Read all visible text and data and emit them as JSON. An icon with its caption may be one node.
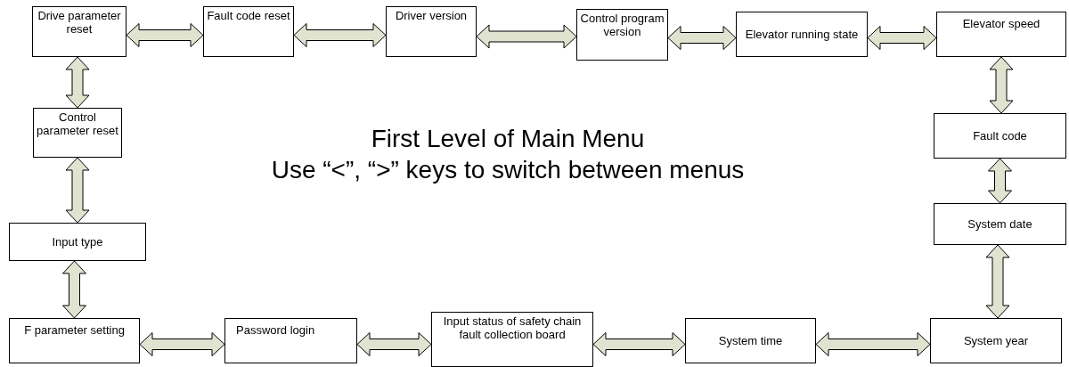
{
  "diagram": {
    "nodes": [
      {
        "text": [
          "Drive parameter reset"
        ]
      },
      {
        "text": [
          "Fault code reset"
        ]
      },
      {
        "text": [
          "Driver version"
        ]
      },
      {
        "text": [
          "Control program version"
        ]
      },
      {
        "text": [
          "Elevator running state"
        ]
      },
      {
        "text": [
          "Elevator speed"
        ]
      },
      {
        "text": [
          "Fault code"
        ]
      },
      {
        "text": [
          "System date"
        ]
      },
      {
        "text": [
          "System year"
        ]
      },
      {
        "text": [
          "System time"
        ]
      },
      {
        "text": [
          "Input status of safety chain fault collection board"
        ]
      },
      {
        "text": [
          "Password login"
        ]
      },
      {
        "text": [
          "F parameter setting"
        ]
      },
      {
        "text": [
          "Input type"
        ]
      },
      {
        "text": [
          "Control parameter reset"
        ]
      }
    ],
    "edges": [
      {
        "from": 0,
        "to": 1,
        "arrow": "both"
      },
      {
        "from": 1,
        "to": 2,
        "arrow": "both"
      },
      {
        "from": 2,
        "to": 3,
        "arrow": "both"
      },
      {
        "from": 3,
        "to": 4,
        "arrow": "both"
      },
      {
        "from": 4,
        "to": 5,
        "arrow": "both"
      },
      {
        "from": 5,
        "to": 6,
        "arrow": "both"
      },
      {
        "from": 6,
        "to": 7,
        "arrow": "both"
      },
      {
        "from": 7,
        "to": 8,
        "arrow": "both"
      },
      {
        "from": 8,
        "to": 9,
        "arrow": "both"
      },
      {
        "from": 9,
        "to": 10,
        "arrow": "both"
      },
      {
        "from": 10,
        "to": 11,
        "arrow": "both"
      },
      {
        "from": 11,
        "to": 12,
        "arrow": "both"
      },
      {
        "from": 12,
        "to": 13,
        "arrow": "both"
      },
      {
        "from": 13,
        "to": 14,
        "arrow": "both"
      },
      {
        "from": 14,
        "to": 0,
        "arrow": "both"
      }
    ],
    "labels": [
      "First Level of Main Menu",
      "Use “<”, “>” keys to switch between menus"
    ]
  }
}
